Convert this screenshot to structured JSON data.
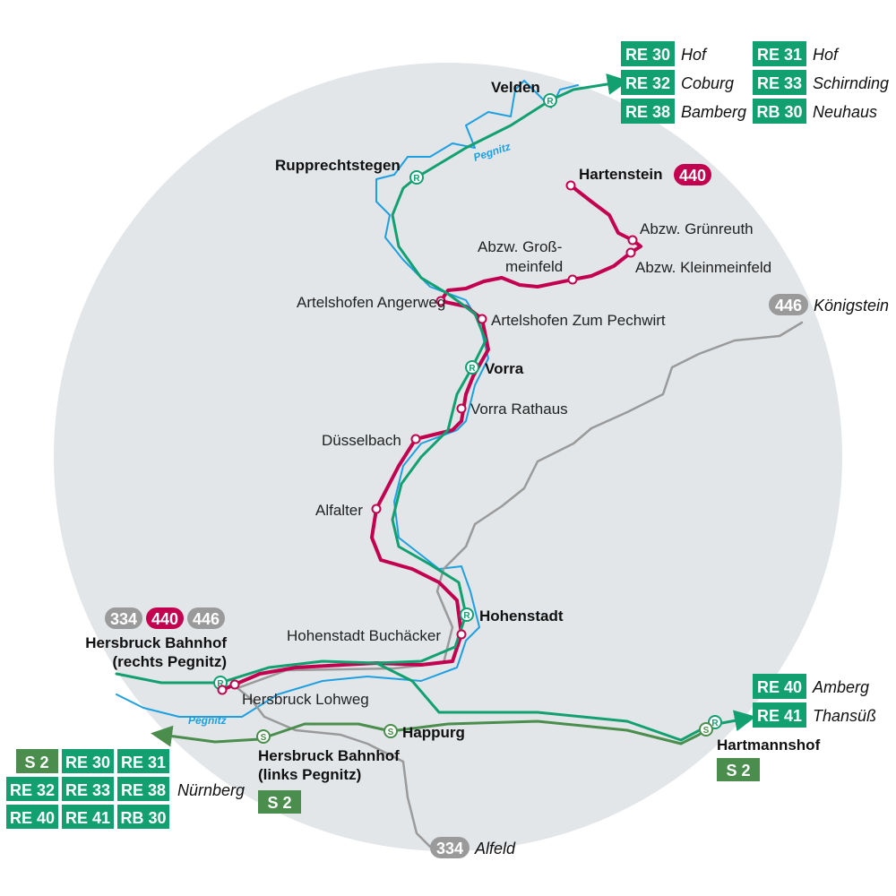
{
  "colors": {
    "background_circle": "#e2e6e9",
    "regional": "#12a070",
    "sbahn": "#4a8d4c",
    "bus440": "#c3004f",
    "bus_gray": "#9a9a9a",
    "river": "#1ea0e0"
  },
  "north_routes": [
    {
      "line": "RE 30",
      "dest": "Hof"
    },
    {
      "line": "RE 32",
      "dest": "Coburg"
    },
    {
      "line": "RE 38",
      "dest": "Bamberg"
    },
    {
      "line": "RE 31",
      "dest": "Hof"
    },
    {
      "line": "RE 33",
      "dest": "Schirnding"
    },
    {
      "line": "RB 30",
      "dest": "Neuhaus"
    }
  ],
  "west_routes": {
    "lines": [
      "S 2",
      "RE 30",
      "RE 31",
      "RE 32",
      "RE 33",
      "RE 38",
      "RE 40",
      "RE 41",
      "RB 30"
    ],
    "dest": "Nürnberg"
  },
  "east_routes": [
    {
      "line": "RE 40",
      "dest": "Amberg"
    },
    {
      "line": "RE 41",
      "dest": "Thansüß"
    }
  ],
  "hartmannshof_line": "S 2",
  "hersbruck_links_line": "S 2",
  "bus446": {
    "line": "446",
    "dest": "Königstein"
  },
  "bus334": {
    "line": "334",
    "dest": "Alfeld"
  },
  "hartenstein_bus": "440",
  "hersbruck_rechts_buses": [
    "334",
    "440",
    "446"
  ],
  "stations": {
    "velden": "Velden",
    "rupprechtstegen": "Rupprechtstegen",
    "hartenstein": "Hartenstein",
    "gruenreuth": "Abzw. Grünreuth",
    "kleinmeinfeld": "Abzw. Kleinmeinfeld",
    "grossmeinfeld_1": "Abzw. Groß-",
    "grossmeinfeld_2": "meinfeld",
    "angerweg": "Artelshofen Angerweg",
    "pechwirt": "Artelshofen Zum Pechwirt",
    "vorra": "Vorra",
    "vorra_rathaus": "Vorra Rathaus",
    "duesselbach": "Düsselbach",
    "alfalter": "Alfalter",
    "hohenstadt": "Hohenstadt",
    "buchaecker": "Hohenstadt Buchäcker",
    "hersbruck_rechts_1": "Hersbruck Bahnhof",
    "hersbruck_rechts_2": "(rechts Pegnitz)",
    "lohweg": "Hersbruck Lohweg",
    "happurg": "Happurg",
    "hersbruck_links_1": "Hersbruck Bahnhof",
    "hersbruck_links_2": "(links Pegnitz)",
    "hartmannshof": "Hartmannshof"
  },
  "river": "Pegnitz",
  "symbols": {
    "regional": "R",
    "sbahn": "S"
  }
}
